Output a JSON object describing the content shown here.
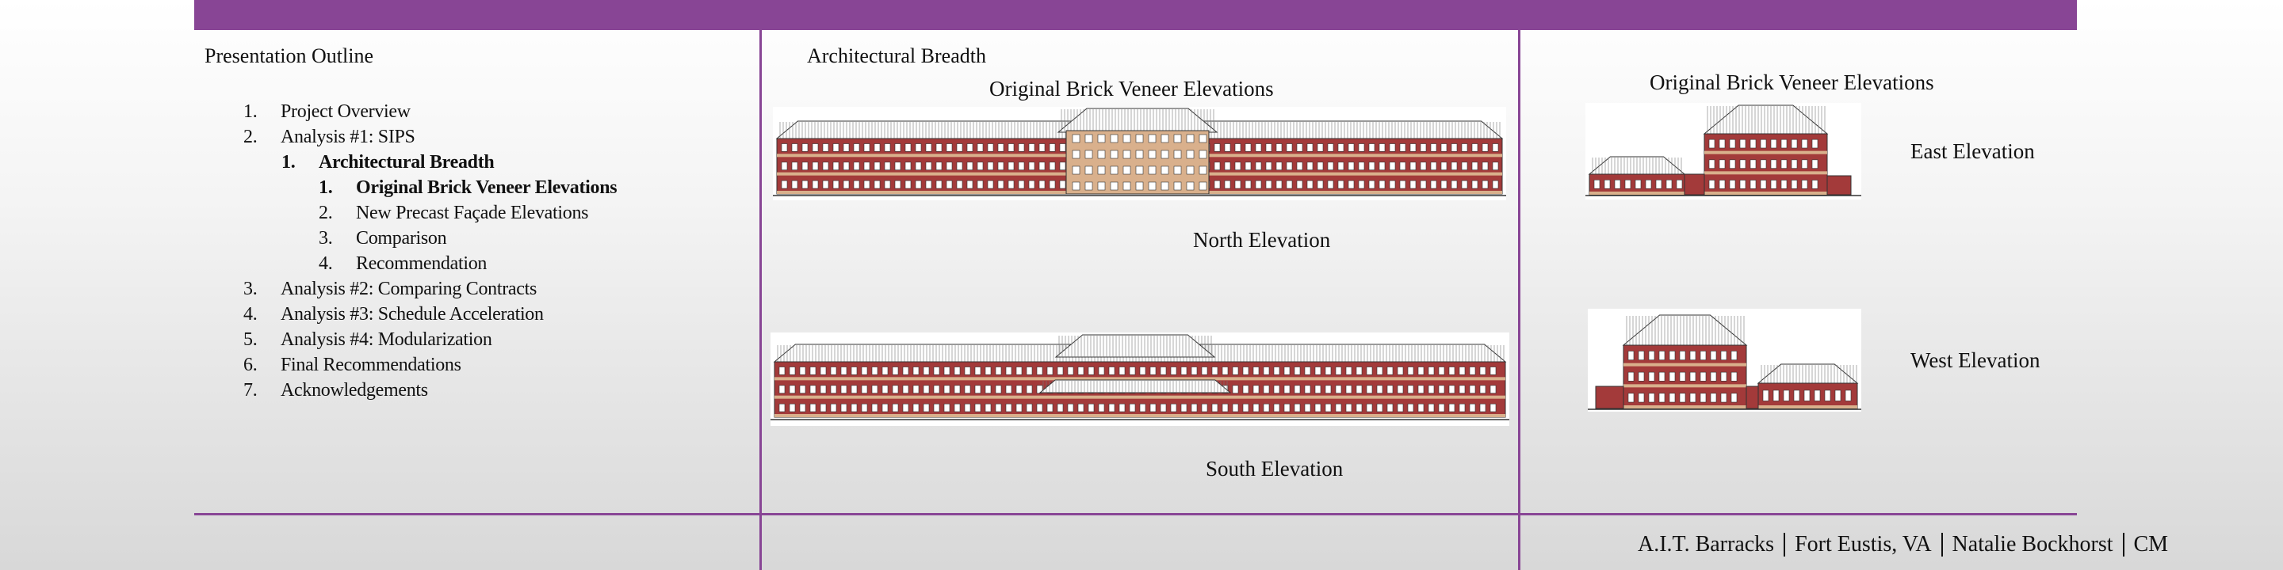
{
  "outline": {
    "title": "Presentation Outline",
    "items": [
      {
        "num": "1.",
        "text": "Project Overview",
        "level": 1,
        "bold": false
      },
      {
        "num": "2.",
        "text": "Analysis #1: SIPS",
        "level": 1,
        "bold": false
      },
      {
        "num": "1.",
        "text": "Architectural Breadth",
        "level": 2,
        "bold": true
      },
      {
        "num": "1.",
        "text": "Original Brick Veneer Elevations",
        "level": 3,
        "bold": true
      },
      {
        "num": "2.",
        "text": "New Precast Façade Elevations",
        "level": 3,
        "bold": false
      },
      {
        "num": "3.",
        "text": "Comparison",
        "level": 3,
        "bold": false
      },
      {
        "num": "4.",
        "text": "Recommendation",
        "level": 3,
        "bold": false
      },
      {
        "num": "3.",
        "text": "Analysis #2: Comparing Contracts",
        "level": 1,
        "bold": false
      },
      {
        "num": "4.",
        "text": "Analysis #3: Schedule Acceleration",
        "level": 1,
        "bold": false
      },
      {
        "num": "5.",
        "text": "Analysis #4: Modularization",
        "level": 1,
        "bold": false
      },
      {
        "num": "6.",
        "text": "Final Recommendations",
        "level": 1,
        "bold": false
      },
      {
        "num": "7.",
        "text": "Acknowledgements",
        "level": 1,
        "bold": false
      }
    ]
  },
  "middle": {
    "title": "Architectural Breadth",
    "heading": "Original Brick Veneer Elevations",
    "north_caption": "North Elevation",
    "south_caption": "South Elevation"
  },
  "right": {
    "heading": "Original Brick Veneer Elevations",
    "east_caption": "East Elevation",
    "west_caption": "West Elevation"
  },
  "footer": {
    "project": "A.I.T. Barracks",
    "location": "Fort Eustis, VA",
    "author": "Natalie Bockhorst",
    "option": "CM"
  },
  "colors": {
    "accent": "#884595",
    "brick": "#a33a3a",
    "trim": "#d9b08c",
    "roof": "#ffffff"
  }
}
